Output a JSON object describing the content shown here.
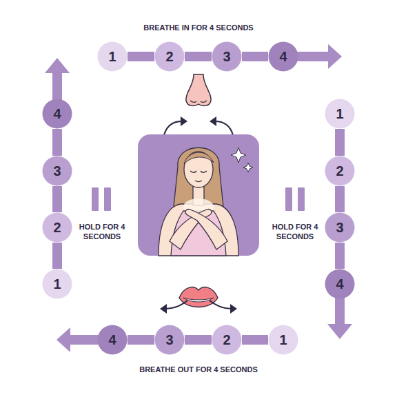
{
  "diagram": {
    "nodes": [
      {
        "text": [
          "1"
        ]
      },
      {
        "text": [
          "2"
        ]
      },
      {
        "text": [
          "3"
        ]
      },
      {
        "text": [
          "4"
        ]
      },
      {
        "text": [
          "1"
        ]
      },
      {
        "text": [
          "2"
        ]
      },
      {
        "text": [
          "3"
        ]
      },
      {
        "text": [
          "4"
        ]
      },
      {
        "text": [
          "1"
        ]
      },
      {
        "text": [
          "2"
        ]
      },
      {
        "text": [
          "3"
        ]
      },
      {
        "text": [
          "4"
        ]
      },
      {
        "text": [
          "1"
        ]
      },
      {
        "text": [
          "2"
        ]
      },
      {
        "text": [
          "3"
        ]
      },
      {
        "text": [
          "4"
        ]
      }
    ],
    "edges": [
      {
        "from": 0,
        "to": 1,
        "arrow": "none"
      },
      {
        "from": 1,
        "to": 2,
        "arrow": "none"
      },
      {
        "from": 2,
        "to": 3,
        "arrow": "none"
      },
      {
        "from": 4,
        "to": 5,
        "arrow": "none"
      },
      {
        "from": 5,
        "to": 6,
        "arrow": "none"
      },
      {
        "from": 6,
        "to": 7,
        "arrow": "none"
      },
      {
        "from": 8,
        "to": 9,
        "arrow": "none"
      },
      {
        "from": 9,
        "to": 10,
        "arrow": "none"
      },
      {
        "from": 10,
        "to": 11,
        "arrow": "none"
      },
      {
        "from": 12,
        "to": 13,
        "arrow": "none"
      },
      {
        "from": 13,
        "to": 14,
        "arrow": "none"
      },
      {
        "from": 14,
        "to": 15,
        "arrow": "none"
      }
    ],
    "labels": [
      "BREATHE IN FOR 4 SECONDS",
      "HOLD FOR 4 SECONDS",
      "HOLD FOR 4 SECONDS",
      "BREATHE OUT FOR 4 SECONDS"
    ]
  }
}
